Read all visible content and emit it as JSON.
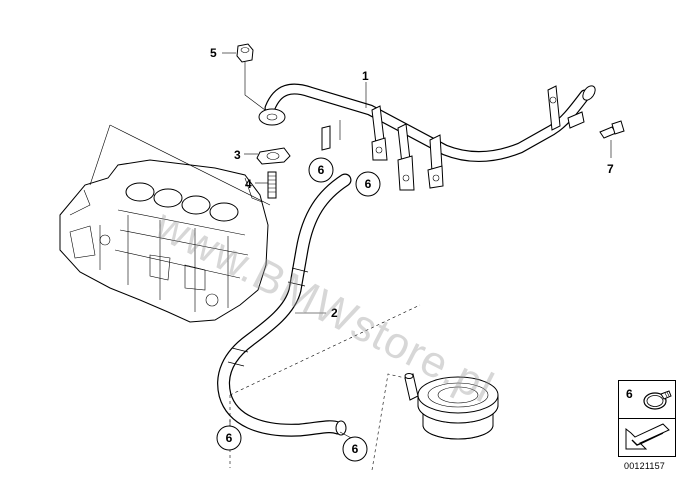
{
  "watermark": "www.BMWstore.pl",
  "callouts": {
    "p1": "1",
    "p2": "2",
    "p3": "3",
    "p4": "4",
    "p5": "5",
    "p6a": "6",
    "p6b": "6",
    "p6c": "6",
    "p6d": "6",
    "p7": "7"
  },
  "legend": {
    "number": "6"
  },
  "document_number": "00121157"
}
